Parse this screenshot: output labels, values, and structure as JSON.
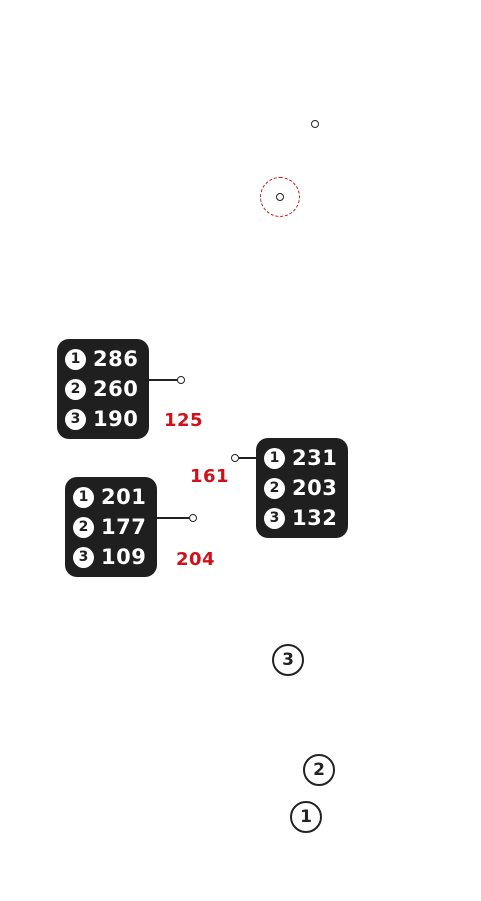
{
  "points": {
    "top": "point",
    "target": "point"
  },
  "groups": [
    {
      "rows": [
        {
          "rank": "1",
          "value": "286"
        },
        {
          "rank": "2",
          "value": "260"
        },
        {
          "rank": "3",
          "value": "190"
        }
      ],
      "red_label": "125"
    },
    {
      "rows": [
        {
          "rank": "1",
          "value": "231"
        },
        {
          "rank": "2",
          "value": "203"
        },
        {
          "rank": "3",
          "value": "132"
        }
      ],
      "red_label": "161"
    },
    {
      "rows": [
        {
          "rank": "1",
          "value": "201"
        },
        {
          "rank": "2",
          "value": "177"
        },
        {
          "rank": "3",
          "value": "109"
        }
      ],
      "red_label": "204"
    }
  ],
  "stations": [
    "3",
    "2",
    "1"
  ],
  "colors": {
    "box": "#1f1f1f",
    "highlight": "#d0101a",
    "ink": "#222222"
  }
}
